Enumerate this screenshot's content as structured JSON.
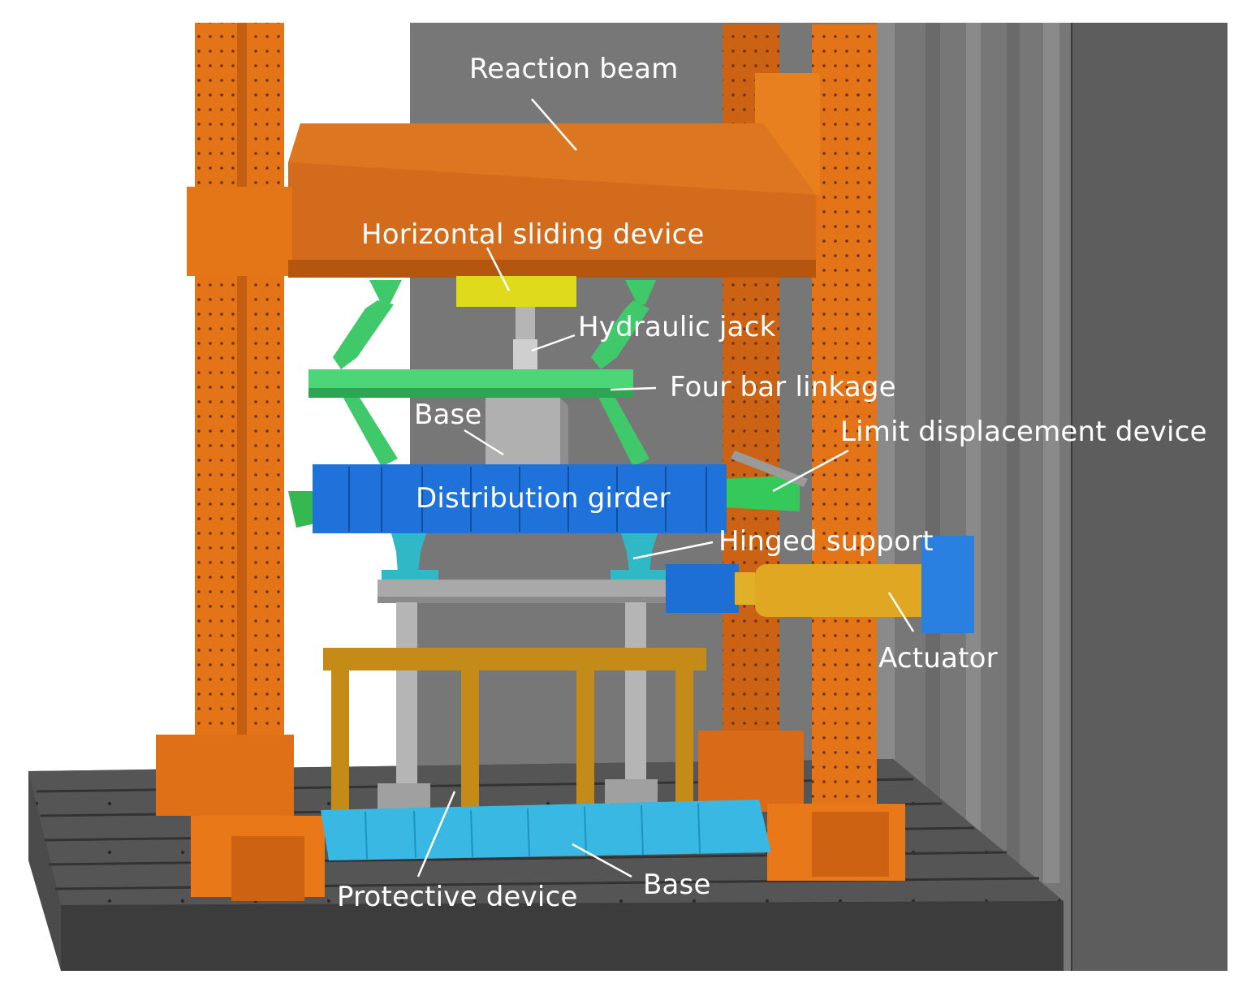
{
  "labels": {
    "reaction_beam": "Reaction beam",
    "horizontal_sliding_device": "Horizontal sliding device",
    "hydraulic_jack": "Hydraulic jack",
    "four_bar_linkage": "Four bar linkage",
    "base_upper": "Base",
    "limit_displacement_device": "Limit displacement device",
    "distribution_girder": "Distribution girder",
    "hinged_support": "Hinged support",
    "actuator": "Actuator",
    "protective_device": "Protective device",
    "base_lower": "Base"
  },
  "colors": {
    "frame_orange": "#e0701a",
    "wall_gray": "#6b6b6b",
    "floor_dark": "#4a4a4a",
    "linkage_green": "#3fc96a",
    "girder_blue": "#1d6fd6",
    "support_cyan": "#2fb8c8",
    "jack_yellow": "#d8d21e",
    "actuator_gold": "#d9a21e",
    "protective_brown": "#c48a16",
    "base_lightblue": "#35b6e0",
    "steel_gray": "#a8a8a8",
    "label_white": "#ffffff"
  }
}
